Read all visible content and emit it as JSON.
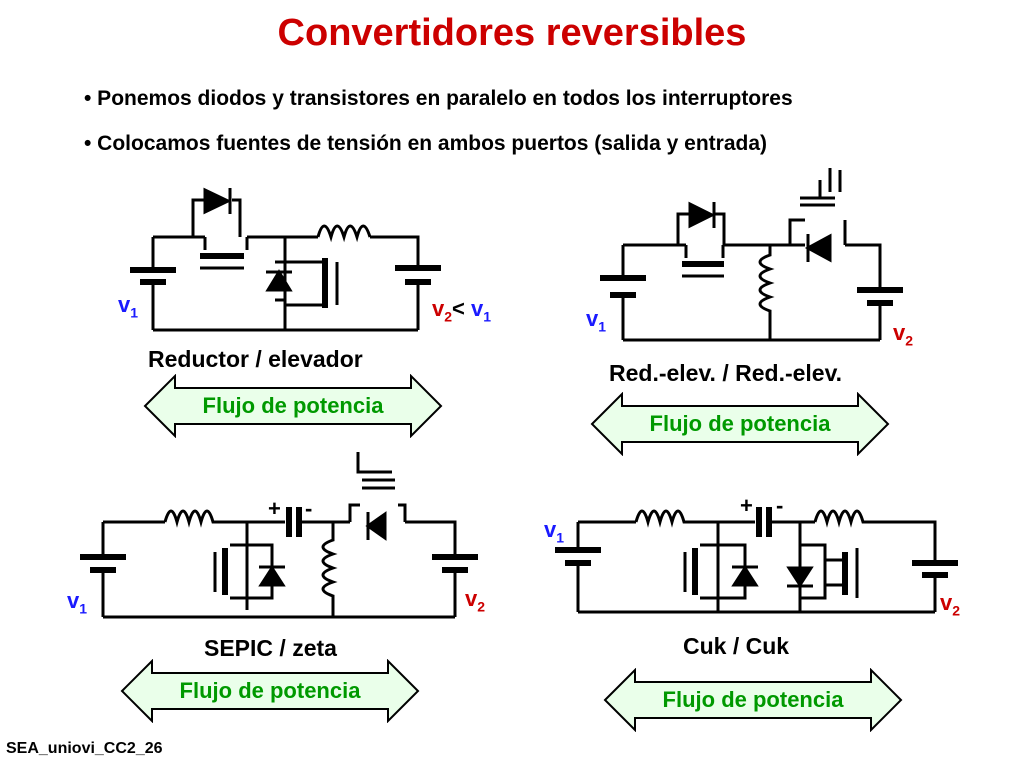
{
  "slide": {
    "title": "Convertidores reversibles",
    "bullets": [
      "• Ponemos diodos y transistores en paralelo en todos los interruptores",
      "• Colocamos fuentes de tensión en ambos puertos (salida y entrada)"
    ],
    "footer": "SEA_uniovi_CC2_26"
  },
  "colors": {
    "title": "#cc0000",
    "voltage_v1": "#1a1aff",
    "voltage_v2": "#cc0000",
    "arrow_fill": "#eaffea",
    "arrow_text": "#009900"
  },
  "circuits": [
    {
      "caption": "Reductor / elevador",
      "v1": "v",
      "v1_sub": "1",
      "v2": "v",
      "v2_sub": "2",
      "v2_extra": "<",
      "v2_extra_v": "v",
      "v2_extra_sub": "1",
      "flow": "Flujo de potencia"
    },
    {
      "caption": "Red.-elev. / Red.-elev.",
      "v1": "v",
      "v1_sub": "1",
      "v2": "v",
      "v2_sub": "2",
      "flow": "Flujo de potencia"
    },
    {
      "caption": "SEPIC / zeta",
      "v1": "v",
      "v1_sub": "1",
      "v2": "v",
      "v2_sub": "2",
      "cap_plus": "+",
      "cap_minus": "-",
      "flow": "Flujo de potencia"
    },
    {
      "caption": "Cuk / Cuk",
      "v1": "v",
      "v1_sub": "1",
      "v2": "v",
      "v2_sub": "2",
      "cap_plus": "+",
      "cap_minus": "-",
      "flow": "Flujo de potencia"
    }
  ]
}
